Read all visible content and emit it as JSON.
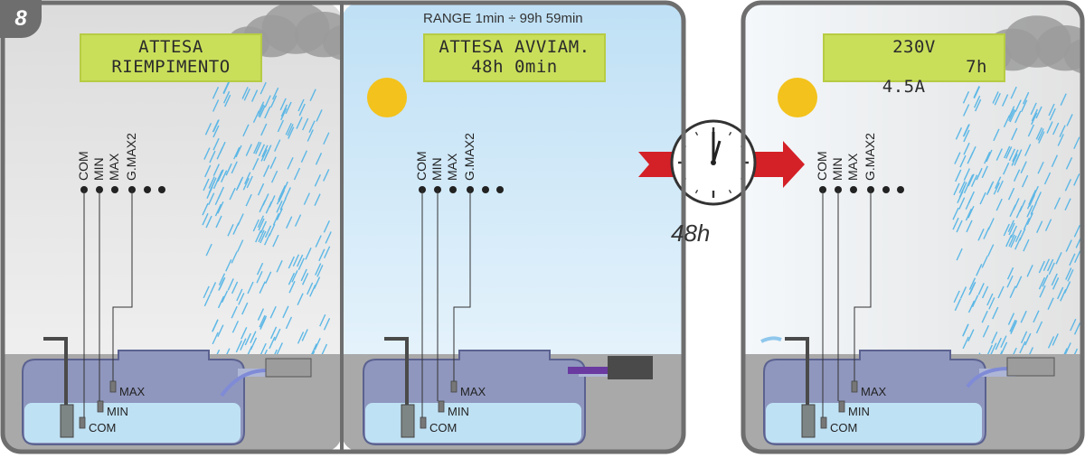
{
  "step_number": "8",
  "panels": [
    {
      "lcd_lines": [
        "ATTESA",
        "RIEMPIMENTO"
      ],
      "weather": "rain",
      "terminals": [
        "COM",
        "MIN",
        "MAX",
        "G.MAX2"
      ],
      "probes": [
        "MAX",
        "MIN",
        "COM"
      ],
      "outlet": "overflow"
    },
    {
      "range_text": "RANGE 1min ÷ 99h 59min",
      "lcd_lines": [
        "ATTESA AVVIAM.",
        "48h 0min"
      ],
      "weather": "sun",
      "terminals": [
        "COM",
        "MIN",
        "MAX",
        "G.MAX2"
      ],
      "probes": [
        "MAX",
        "MIN",
        "COM"
      ],
      "outlet": "closed"
    },
    {
      "lcd_lines": [
        "230V",
        "4.5A",
        "7h"
      ],
      "weather": "sun-and-rain",
      "terminals": [
        "COM",
        "MIN",
        "MAX",
        "G.MAX2"
      ],
      "probes": [
        "MAX",
        "MIN",
        "COM"
      ],
      "outlet": "overflow-and-pump"
    }
  ],
  "transition": {
    "wait_label": "48h",
    "clock_icon": "clock-icon",
    "arrow_color": "#d42027"
  },
  "colors": {
    "lcd": "#c9df5a",
    "rain": "#4fb3e6",
    "sun": "#f3c21c",
    "water": "#bfe1f4",
    "tank": "#8f97be"
  }
}
